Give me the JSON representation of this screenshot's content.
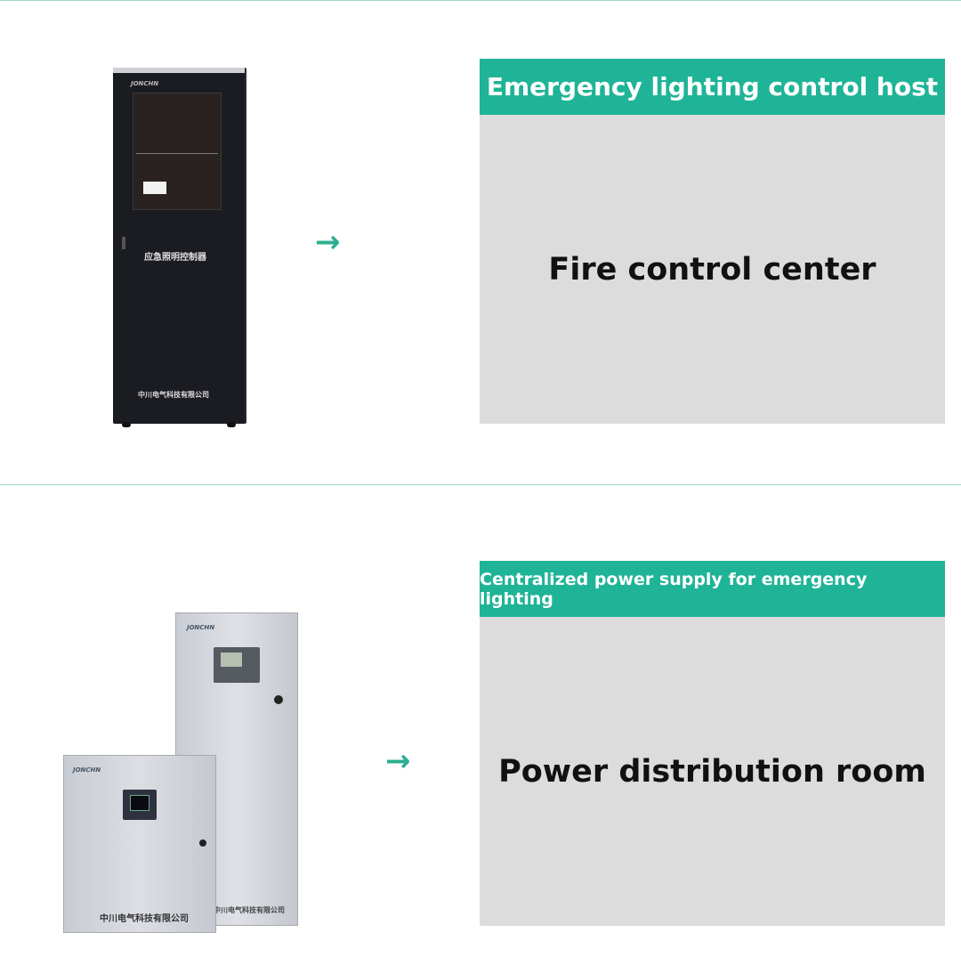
{
  "sections": [
    {
      "product_label": "应急照明控制器",
      "company": "中川电气科技有限公司",
      "logo": "JONCHN",
      "header": "Emergency lighting control host",
      "location": "Fire control center"
    },
    {
      "company": "中川电气科技有限公司",
      "logo": "JONCHN",
      "header": "Centralized power supply for emergency lighting",
      "location": "Power distribution room"
    }
  ],
  "arrow_icon": "→",
  "colors": {
    "accent": "#1fb497",
    "panel": "#dcdcdc"
  }
}
